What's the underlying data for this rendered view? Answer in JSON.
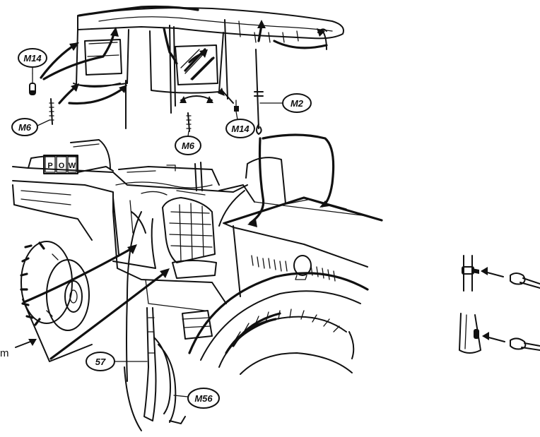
{
  "callouts": {
    "m14_left": "M14",
    "m6_left": "M6",
    "m6_center": "M6",
    "m14_center": "M14",
    "m2": "M2",
    "c57": "57",
    "m56": "M56",
    "edge_text": "m"
  },
  "rear_panel": {
    "letters": [
      "P",
      "O",
      "W"
    ]
  },
  "colors": {
    "ink": "#111111",
    "paper": "#ffffff"
  }
}
